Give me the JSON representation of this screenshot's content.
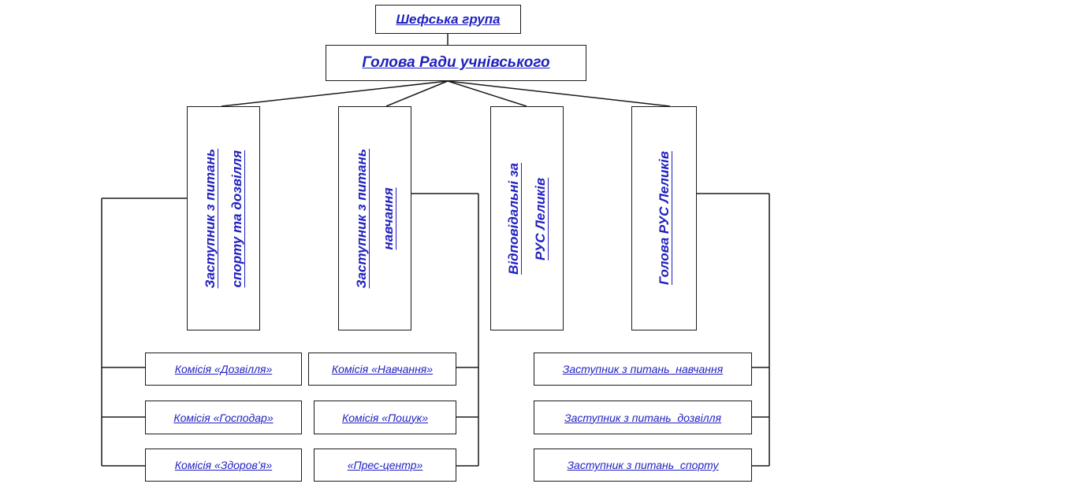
{
  "diagram": {
    "top": "Шефська група",
    "head": "Голова Ради учнівського",
    "deputies": [
      {
        "line1": "Заступник з питань",
        "line2": "спорту та дозвілля"
      },
      {
        "line1": "Заступник з питань",
        "line2": "навчання"
      },
      {
        "line1": "Відповідальні за",
        "line2": "РУС Леликів"
      },
      {
        "line1": "Голова РУС Леликів",
        "line2": ""
      }
    ],
    "left_commissions": [
      "Комісія «Дозвілля»",
      "Комісія «Господар»",
      "Комісія «Здоров’я»"
    ],
    "middle_commissions": [
      "Комісія «Навчання»",
      "Комісія «Пошук»",
      "«Прес-центр»"
    ],
    "right_deputies": [
      "Заступник з питань  навчання",
      "Заступник з питань  дозвілля",
      "Заступник з питань  спорту"
    ]
  },
  "colors": {
    "text": "#1f1fc0",
    "border": "#1a1a1a",
    "line": "#1a1a1a"
  }
}
